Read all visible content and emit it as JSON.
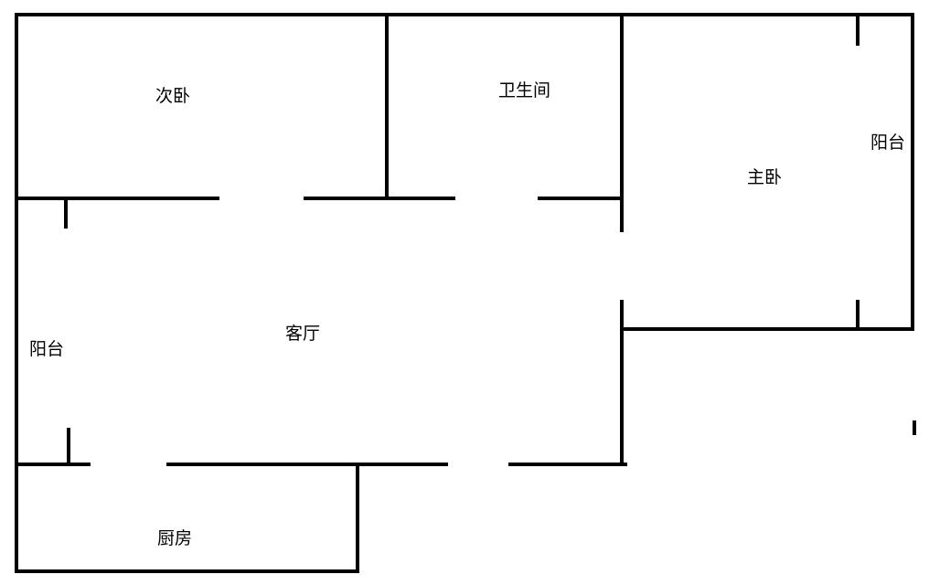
{
  "rooms": {
    "second_bedroom": "次卧",
    "bathroom": "卫生间",
    "master_bedroom": "主卧",
    "balcony_east": "阳台",
    "balcony_west": "阳台",
    "living_room": "客厅",
    "kitchen": "厨房"
  },
  "colors": {
    "wall": "#000000",
    "background": "#ffffff"
  }
}
